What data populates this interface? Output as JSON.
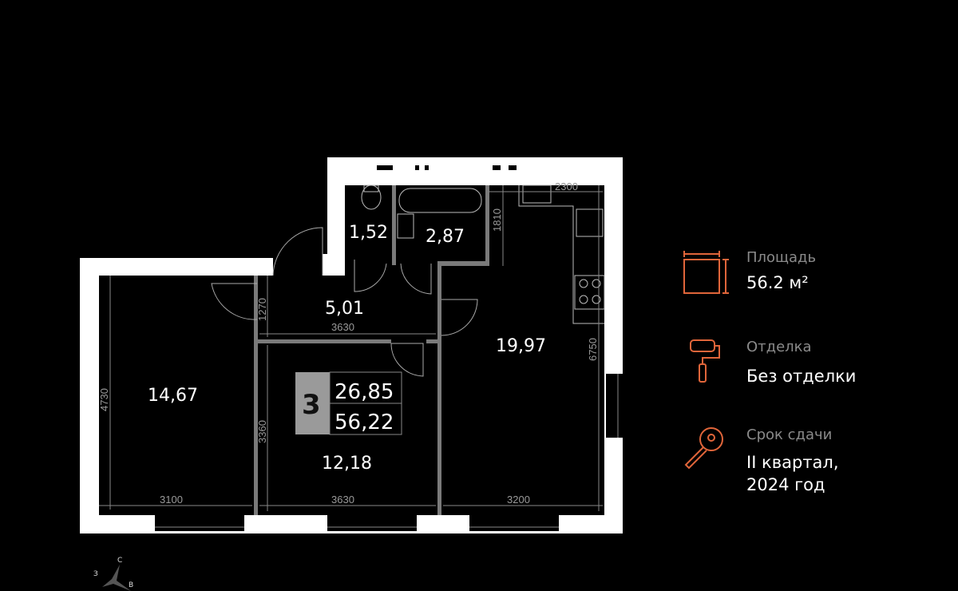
{
  "plan": {
    "rooms": {
      "bedroom_left": "14,67",
      "bedroom_mid": "12,18",
      "living_kitchen": "19,97",
      "hall": "5,01",
      "toilet": "1,52",
      "bathroom": "2,87"
    },
    "dimensions": {
      "left_height": "4730",
      "left_width": "3100",
      "mid_height": "3360",
      "mid_width": "3630",
      "hall_height": "1270",
      "hall_width": "3630",
      "right_width": "3200",
      "right_height": "6750",
      "kitchen_width": "2300",
      "kitchen_depth": "1810"
    },
    "badge": {
      "rooms": "3",
      "living_area": "26,85",
      "total_area": "56,22"
    },
    "compass": {
      "north": "С",
      "west": "З",
      "east": "В"
    }
  },
  "info": {
    "area": {
      "label": "Площадь",
      "value": "56.2 м²"
    },
    "finish": {
      "label": "Отделка",
      "value": "Без отделки"
    },
    "delivery": {
      "label": "Срок сдачи",
      "value_line1": "II квартал,",
      "value_line2": "2024 год"
    }
  },
  "colors": {
    "accent": "#e0653a",
    "wall": "#ffffff",
    "partition": "#7a7a7a"
  }
}
